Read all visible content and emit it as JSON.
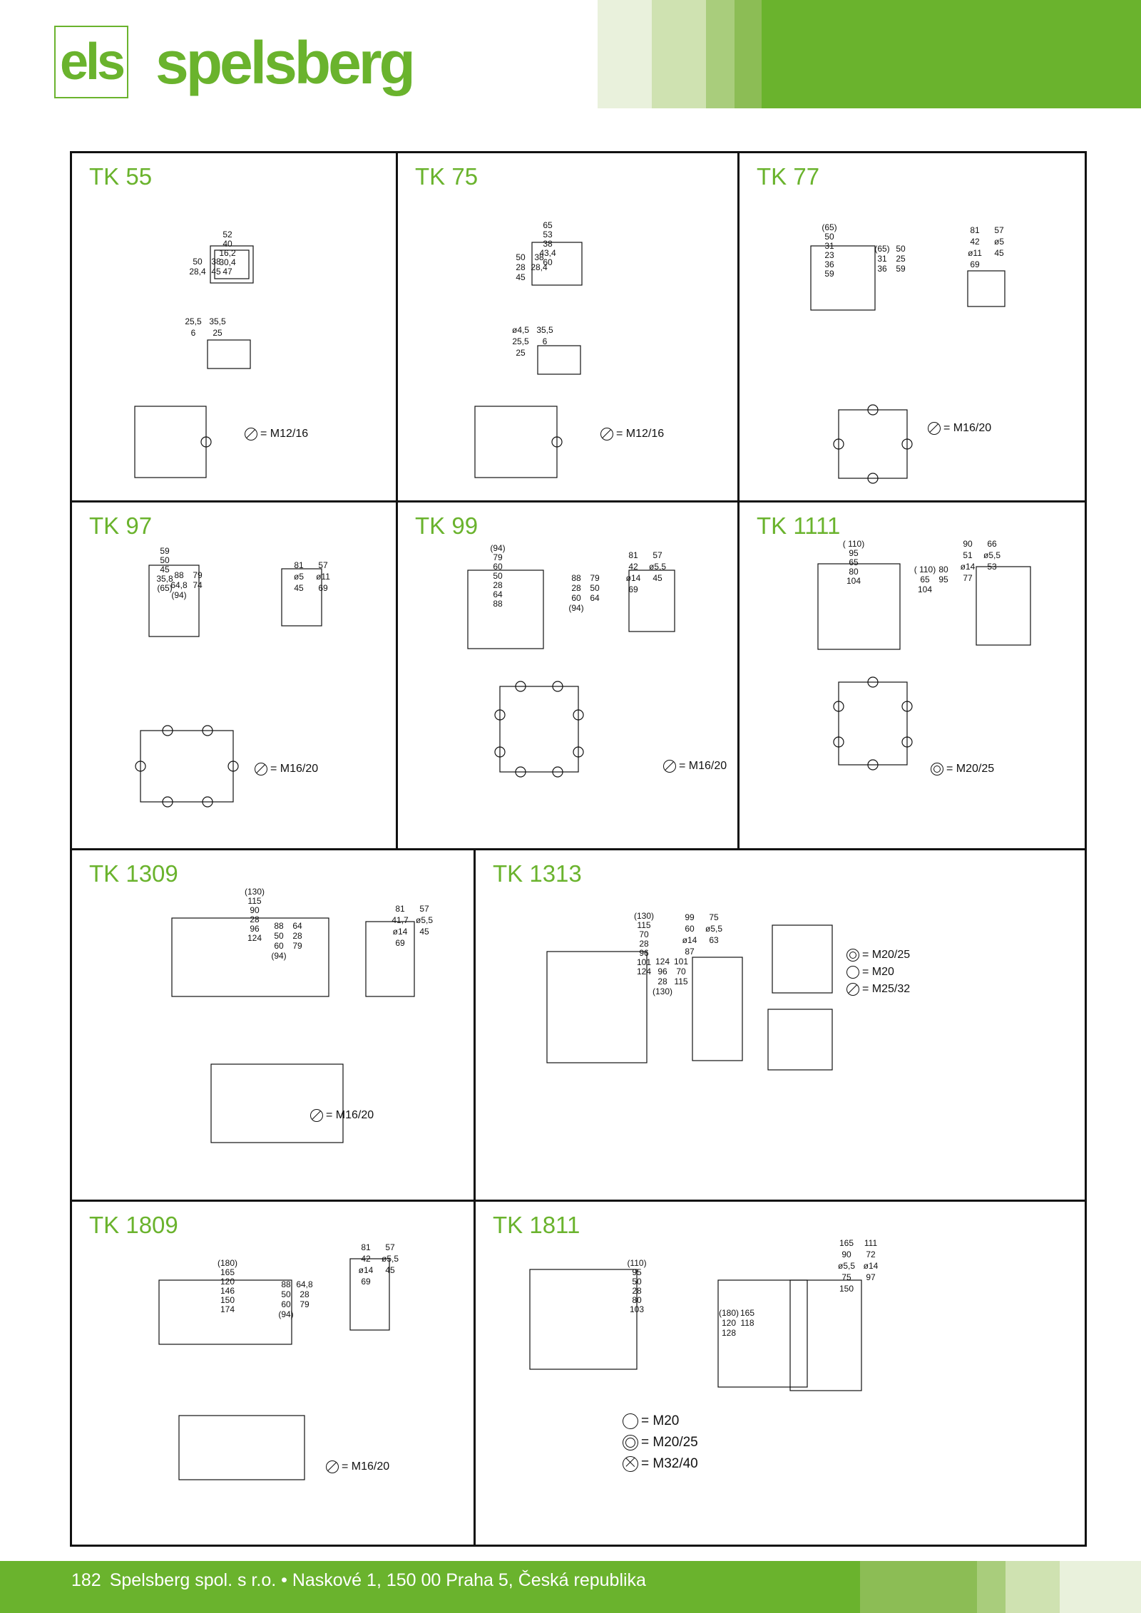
{
  "brand": {
    "logo_text": "els",
    "name": "spelsberg"
  },
  "colors": {
    "green": "#6ab32d",
    "bands": [
      "#e9f1dc",
      "#cfe2b1",
      "#a9cd7c",
      "#8cbd55",
      "#6ab32d"
    ]
  },
  "panels": [
    {
      "title": "TK 55",
      "legend": [
        {
          "icon": "slash",
          "text": "= M12/16"
        }
      ],
      "dims": {
        "width": [
          "52",
          "40",
          "16,2",
          "30,4",
          "47"
        ],
        "height": [
          "50",
          "38",
          "28,4",
          "45"
        ],
        "side": [
          "25,5",
          "35,5",
          "6",
          "25"
        ]
      }
    },
    {
      "title": "TK 75",
      "legend": [
        {
          "icon": "slash",
          "text": "= M12/16"
        }
      ],
      "dims": {
        "width": [
          "65",
          "53",
          "38",
          "43,4",
          "60"
        ],
        "height": [
          "50",
          "38",
          "28",
          "28,4",
          "45"
        ],
        "side": [
          "ø4,5",
          "35,5",
          "25,5",
          "6",
          "25"
        ]
      }
    },
    {
      "title": "TK 77",
      "legend": [
        {
          "icon": "slash",
          "text": "= M16/20"
        }
      ],
      "dims": {
        "width": [
          "(65)",
          "50",
          "31",
          "23",
          "36",
          "59"
        ],
        "height": [
          "(65)",
          "50",
          "31",
          "25",
          "36",
          "59"
        ],
        "side": [
          "81",
          "57",
          "42",
          "ø5",
          "ø11",
          "45",
          "69"
        ]
      }
    },
    {
      "title": "TK 97",
      "legend": [
        {
          "icon": "slash",
          "text": "= M16/20"
        }
      ],
      "dims": {
        "width": [
          "59",
          "50",
          "45",
          "35,8",
          "(65)"
        ],
        "height": [
          "88",
          "79",
          "64,8",
          "74",
          "(94)"
        ],
        "side": [
          "81",
          "57",
          "ø5",
          "ø11",
          "45",
          "69"
        ]
      }
    },
    {
      "title": "TK 99",
      "legend": [
        {
          "icon": "slash",
          "text": "= M16/20"
        }
      ],
      "dims": {
        "width": [
          "(94)",
          "79",
          "60",
          "50",
          "28",
          "64",
          "88"
        ],
        "height": [
          "88",
          "79",
          "28",
          "50",
          "60",
          "64",
          "(94)"
        ],
        "side": [
          "81",
          "57",
          "42",
          "ø5,5",
          "ø14",
          "45",
          "69"
        ]
      }
    },
    {
      "title": "TK 1111",
      "legend": [
        {
          "icon": "double",
          "text": "= M20/25"
        }
      ],
      "dims": {
        "width": [
          "( 110)",
          "95",
          "65",
          "80",
          "104"
        ],
        "height": [
          "( 110)",
          "80",
          "65",
          "95",
          "104"
        ],
        "side": [
          "90",
          "66",
          "51",
          "ø5,5",
          "ø14",
          "53",
          "77"
        ]
      }
    },
    {
      "title": "TK 1309",
      "legend": [
        {
          "icon": "slash",
          "text": "= M16/20"
        }
      ],
      "dims": {
        "width": [
          "(130)",
          "115",
          "90",
          "28",
          "96",
          "124"
        ],
        "height": [
          "88",
          "64",
          "50",
          "28",
          "60",
          "79",
          "(94)"
        ],
        "side": [
          "81",
          "57",
          "41,7",
          "ø5,5",
          "ø14",
          "45",
          "69"
        ]
      }
    },
    {
      "title": "TK 1313",
      "legend": [
        {
          "icon": "double",
          "text": "= M20/25"
        },
        {
          "icon": "plain",
          "text": "= M20"
        },
        {
          "icon": "slash",
          "text": "= M25/32"
        }
      ],
      "dims": {
        "width": [
          "(130)",
          "115",
          "70",
          "28",
          "96",
          "101",
          "124"
        ],
        "height": [
          "124",
          "101",
          "96",
          "70",
          "28",
          "115",
          "(130)"
        ],
        "side": [
          "99",
          "75",
          "60",
          "ø5,5",
          "ø14",
          "63",
          "87"
        ]
      }
    },
    {
      "title": "TK 1809",
      "legend": [
        {
          "icon": "slash",
          "text": "= M16/20"
        }
      ],
      "dims": {
        "width": [
          "(180)",
          "165",
          "120",
          "146",
          "150",
          "174"
        ],
        "height": [
          "88",
          "64,8",
          "50",
          "28",
          "60",
          "79",
          "(94)"
        ],
        "side": [
          "81",
          "57",
          "42",
          "ø5,5",
          "ø14",
          "45",
          "69"
        ]
      }
    },
    {
      "title": "TK 1811",
      "legend": [
        {
          "icon": "plain",
          "text": "= M20"
        },
        {
          "icon": "double",
          "text": "= M20/25"
        },
        {
          "icon": "cross",
          "text": "= M32/40"
        }
      ],
      "dims": {
        "width": [
          "(110)",
          "95",
          "50",
          "28",
          "80",
          "103"
        ],
        "height": [
          "(180)",
          "165",
          "120",
          "118",
          "128"
        ],
        "side": [
          "165",
          "111",
          "90",
          "72",
          "ø5,5",
          "ø14",
          "75",
          "97",
          "150"
        ]
      }
    }
  ],
  "footer": {
    "page": "182",
    "text": "Spelsberg spol. s r.o. • Naskové 1, 150 00 Praha 5, Česká republika"
  }
}
